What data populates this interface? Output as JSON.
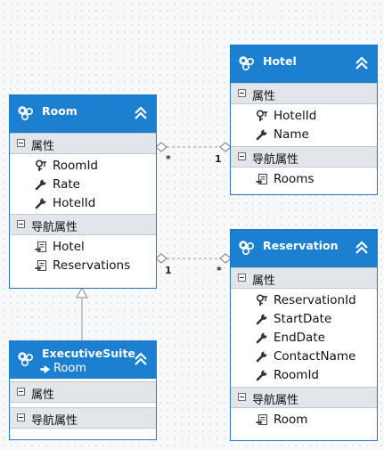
{
  "entities": {
    "room": {
      "name": "Room",
      "properties_header": "属性",
      "properties": [
        "RoomId",
        "Rate",
        "HotelId"
      ],
      "nav_header": "导航属性",
      "nav_properties": [
        "Hotel",
        "Reservations"
      ]
    },
    "hotel": {
      "name": "Hotel",
      "properties_header": "属性",
      "properties": [
        "HotelId",
        "Name"
      ],
      "nav_header": "导航属性",
      "nav_properties": [
        "Rooms"
      ]
    },
    "reservation": {
      "name": "Reservation",
      "properties_header": "属性",
      "properties": [
        "ReservationId",
        "StartDate",
        "EndDate",
        "ContactName",
        "RoomId"
      ],
      "nav_header": "导航属性",
      "nav_properties": [
        "Room"
      ]
    },
    "executive_suite": {
      "name": "ExecutiveSuite",
      "base_type": "Room",
      "properties_header": "属性",
      "nav_header": "导航属性"
    }
  },
  "associations": {
    "room_hotel": {
      "room_end": "*",
      "hotel_end": "1"
    },
    "room_reservation": {
      "room_end": "1",
      "reservation_end": "*"
    }
  },
  "colors": {
    "header": "#1c7fd0",
    "section": "#e2e6ea",
    "border": "#1f78c8",
    "connector": "#9a9a9a"
  }
}
